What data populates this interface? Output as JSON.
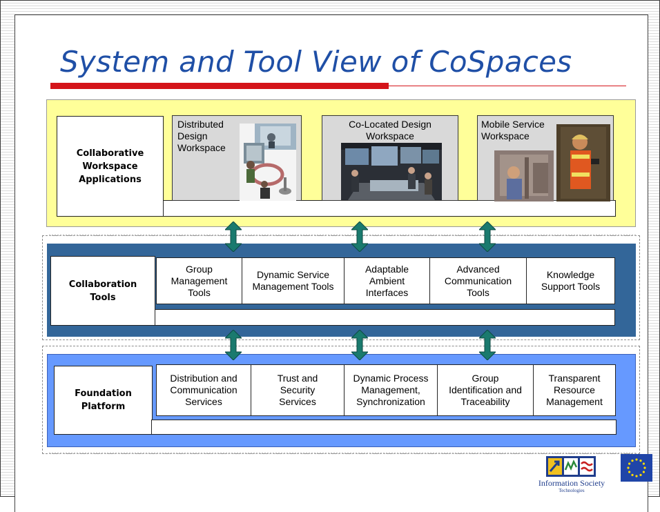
{
  "title": "System and Tool View of CoSpaces",
  "layers": {
    "applications": {
      "label": "Collaborative\nWorkspace\nApplications",
      "workspaces": [
        {
          "title": "Distributed\nDesign\nWorkspace",
          "image": "engineers-collage-photo"
        },
        {
          "title": "Co-Located Design\nWorkspace",
          "image": "meeting-room-photo"
        },
        {
          "title": "Mobile Service\nWorkspace",
          "image": "field-worker-photo"
        }
      ]
    },
    "collaboration": {
      "label": "Collaboration\nTools",
      "tools": [
        "Group\nManagement\nTools",
        "Dynamic Service\nManagement Tools",
        "Adaptable\nAmbient\nInterfaces",
        "Advanced\nCommunication\nTools",
        "Knowledge\nSupport Tools"
      ]
    },
    "foundation": {
      "label": "Foundation\nPlatform",
      "services": [
        "Distribution and\nCommunication\nServices",
        "Trust and\nSecurity\nServices",
        "Dynamic Process\nManagement,\nSynchronization",
        "Group\nIdentification and\nTraceability",
        "Transparent\nResource\nManagement"
      ]
    }
  },
  "logos": {
    "information_society": "Information Society",
    "information_society_sub": "Technologies",
    "eu_flag": "eu-flag-icon"
  },
  "colors": {
    "title": "#1f4fa6",
    "accent_red": "#d4141a",
    "applications_layer": "#ffff99",
    "collaboration_layer": "#336699",
    "foundation_layer": "#6699ff",
    "arrow": "#1a7a6e",
    "workspace_tile": "#d9d9d9"
  }
}
